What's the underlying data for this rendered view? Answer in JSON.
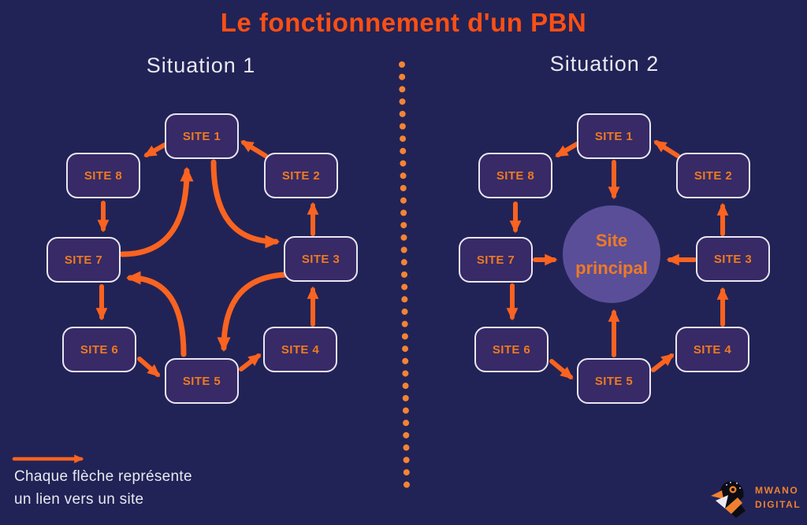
{
  "title": "Le fonctionnement d'un PBN",
  "situation1": {
    "label": "Situation 1",
    "sites": [
      "SITE 1",
      "SITE 2",
      "SITE 3",
      "SITE 4",
      "SITE 5",
      "SITE 6",
      "SITE 7",
      "SITE 8"
    ],
    "links": [
      {
        "from": "SITE 2",
        "to": "SITE 1"
      },
      {
        "from": "SITE 1",
        "to": "SITE 8"
      },
      {
        "from": "SITE 8",
        "to": "SITE 7"
      },
      {
        "from": "SITE 7",
        "to": "SITE 6"
      },
      {
        "from": "SITE 6",
        "to": "SITE 5"
      },
      {
        "from": "SITE 5",
        "to": "SITE 4"
      },
      {
        "from": "SITE 4",
        "to": "SITE 3"
      },
      {
        "from": "SITE 3",
        "to": "SITE 2"
      },
      {
        "from": "SITE 7",
        "to": "SITE 1"
      },
      {
        "from": "SITE 1",
        "to": "SITE 3"
      },
      {
        "from": "SITE 3",
        "to": "SITE 5"
      },
      {
        "from": "SITE 5",
        "to": "SITE 7"
      }
    ]
  },
  "situation2": {
    "label": "Situation 2",
    "sites": [
      "SITE 1",
      "SITE 2",
      "SITE 3",
      "SITE 4",
      "SITE 5",
      "SITE 6",
      "SITE 7",
      "SITE 8"
    ],
    "center": {
      "line1": "Site",
      "line2": "principal"
    },
    "links": [
      {
        "from": "SITE 2",
        "to": "SITE 1"
      },
      {
        "from": "SITE 1",
        "to": "SITE 8"
      },
      {
        "from": "SITE 8",
        "to": "SITE 7"
      },
      {
        "from": "SITE 7",
        "to": "SITE 6"
      },
      {
        "from": "SITE 6",
        "to": "SITE 5"
      },
      {
        "from": "SITE 5",
        "to": "SITE 4"
      },
      {
        "from": "SITE 4",
        "to": "SITE 3"
      },
      {
        "from": "SITE 3",
        "to": "SITE 2"
      },
      {
        "from": "SITE 1",
        "to": "Site principal"
      },
      {
        "from": "SITE 7",
        "to": "Site principal"
      },
      {
        "from": "SITE 3",
        "to": "Site principal"
      },
      {
        "from": "SITE 5",
        "to": "Site principal"
      }
    ]
  },
  "legend": {
    "line1": "Chaque flèche représente",
    "line2": "un lien vers un site"
  },
  "logo": {
    "line1": "MWANO",
    "line2": "DIGITAL"
  },
  "colors": {
    "background": "#212356",
    "title_orange": "#fb4f14",
    "arrow_orange": "#fa6320",
    "dot_orange": "#f58334",
    "site_label_orange": "#ef7a22",
    "box_fill": "#372a66",
    "box_border": "#e9e7f2",
    "circle_fill": "#5a4e99",
    "header_text": "#e9e8f0"
  }
}
